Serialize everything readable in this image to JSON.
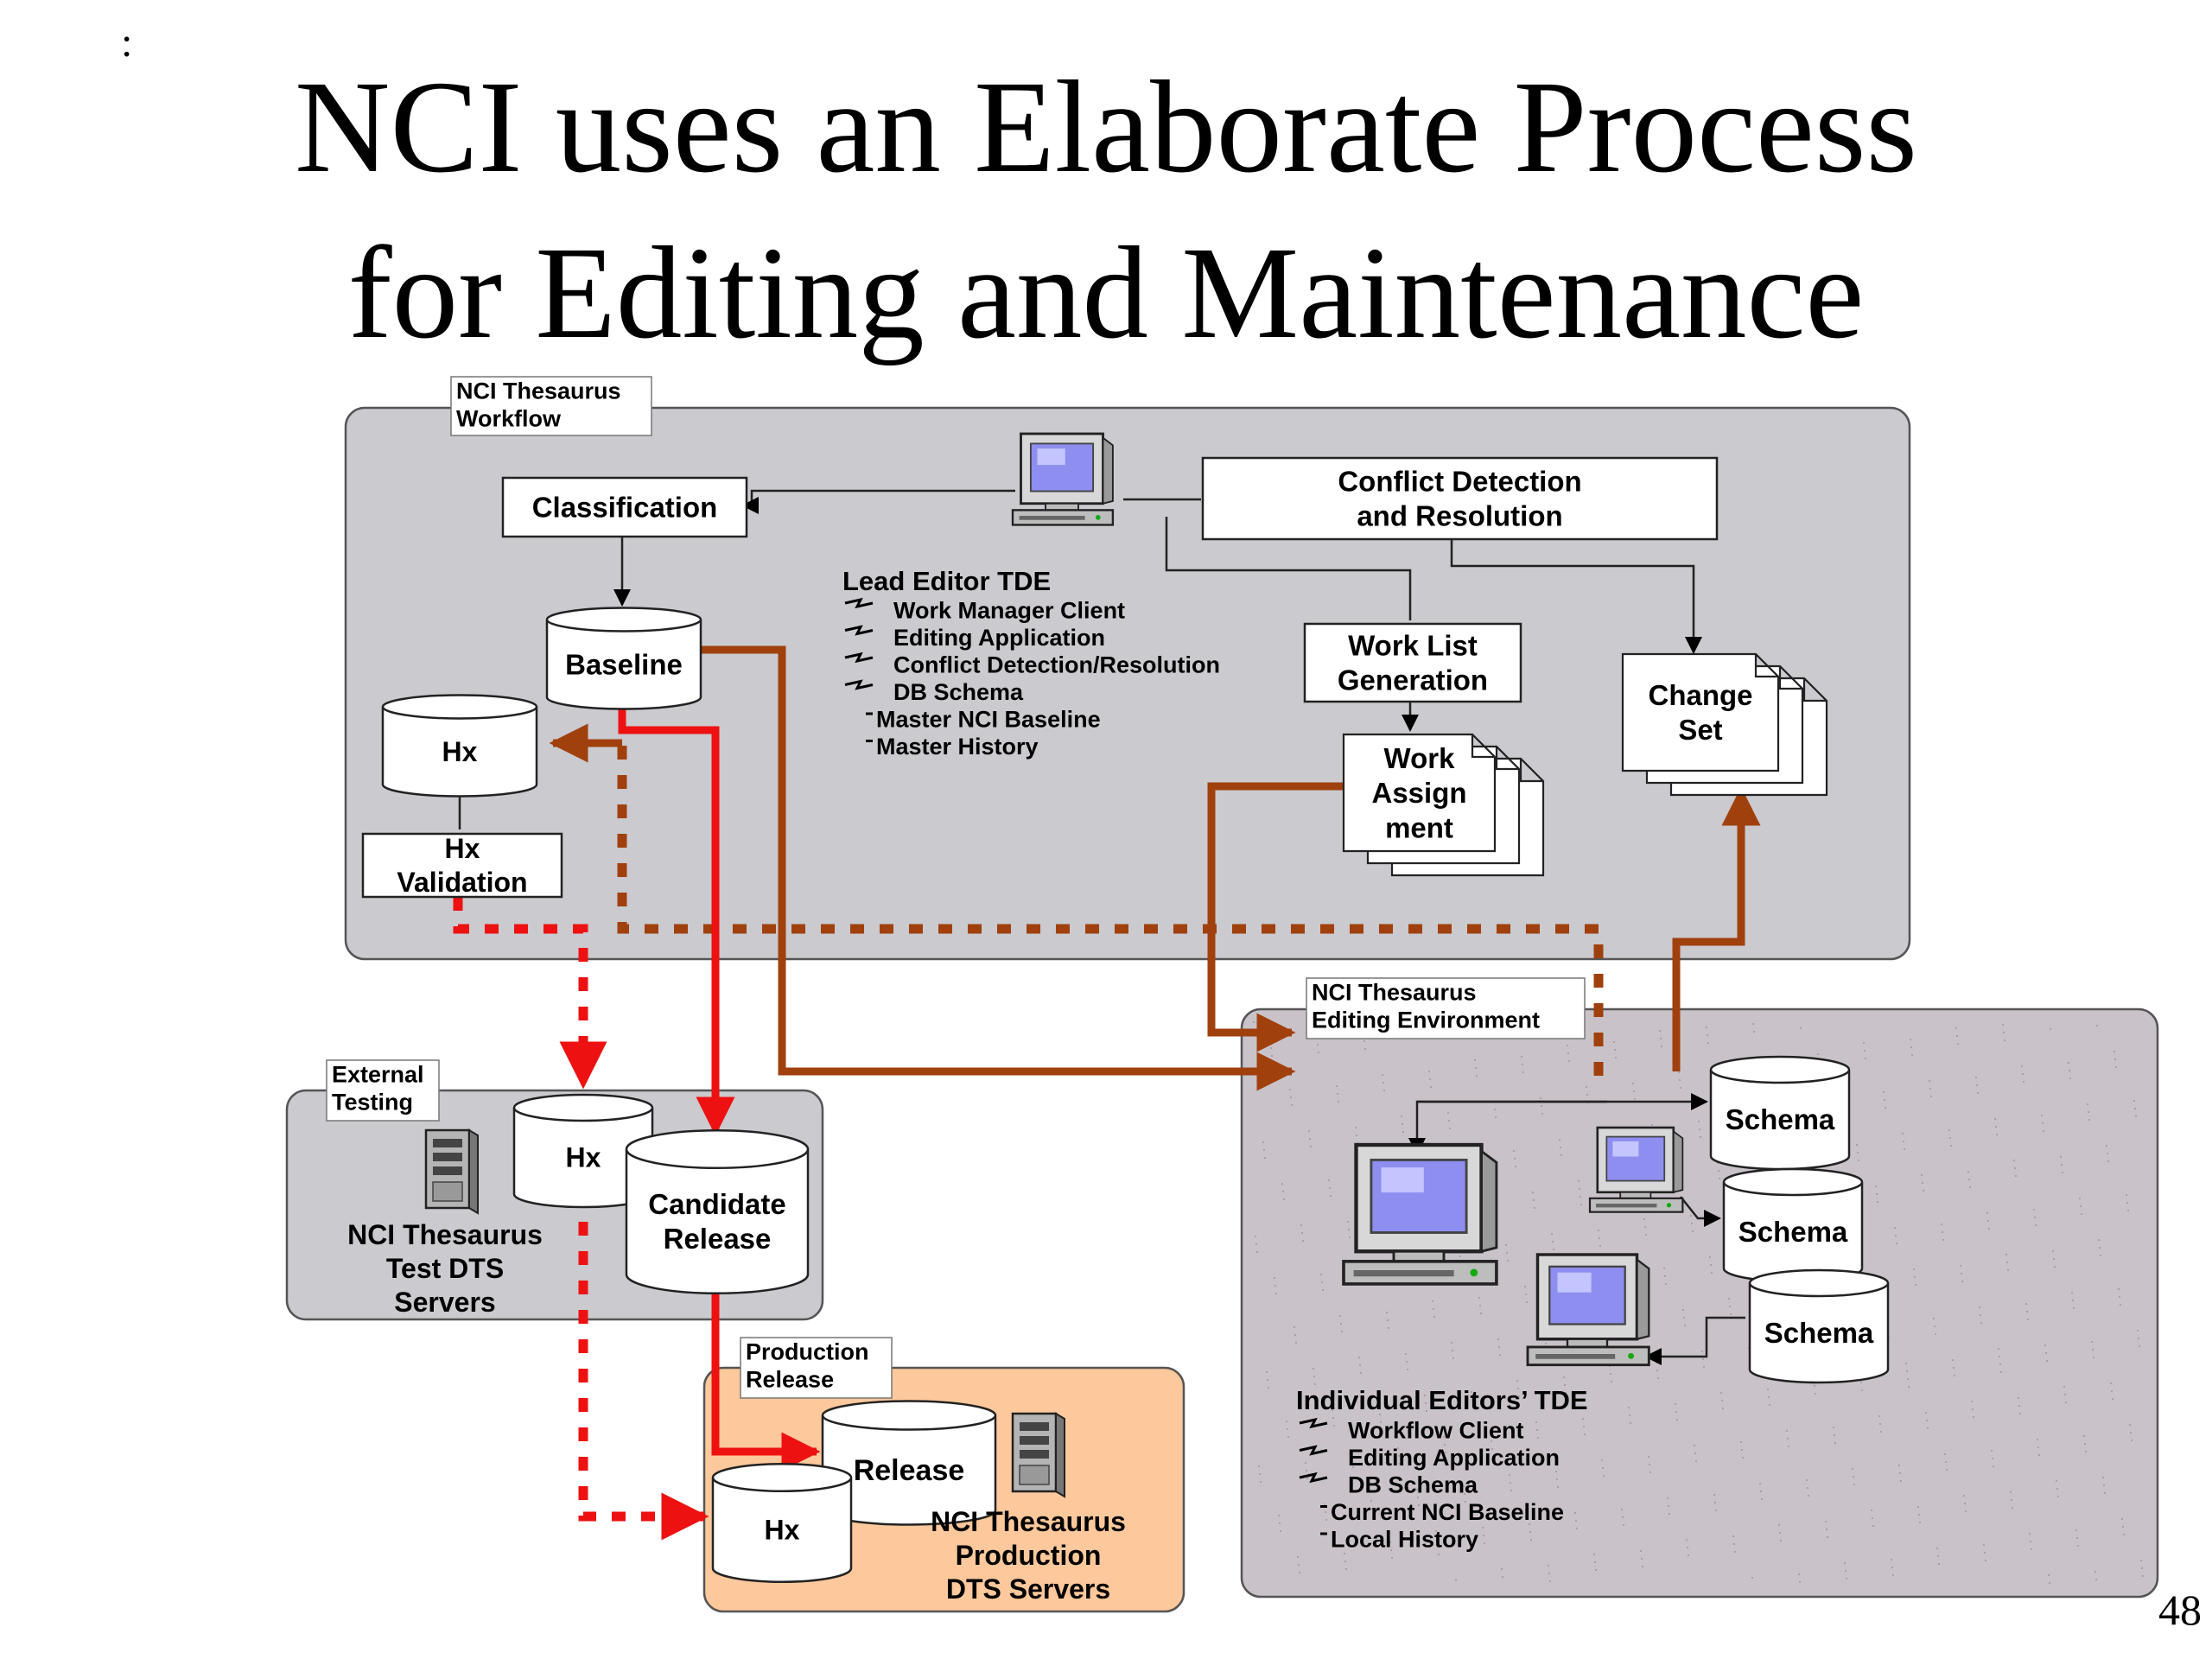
{
  "slide": {
    "corner_mark": ":",
    "title_line1": "NCI uses an Elaborate Process",
    "title_line2": "for Editing and Maintenance",
    "page_number": "48"
  },
  "colors": {
    "gray_panel": "#cacacf",
    "editing_panel": "#c9c3c9",
    "production_panel": "#fdc89b",
    "red": "#ee1111",
    "brown": "#a0400d"
  },
  "groups": {
    "workflow": "NCI Thesaurus\nWorkflow",
    "external": "External\nTesting",
    "production": "Production\nRelease",
    "editing": "NCI Thesaurus\nEditing Environment"
  },
  "boxes": {
    "classification": "Classification",
    "conflict": "Conflict Detection\nand Resolution",
    "worklist": "Work List\nGeneration",
    "hx_validation": "Hx\nValidation"
  },
  "databases": {
    "baseline": "Baseline",
    "hx_workflow": "Hx",
    "hx_external": "Hx",
    "candidate": "Candidate\nRelease",
    "release": "Release",
    "hx_production": "Hx",
    "schema_1": "Schema",
    "schema_2": "Schema",
    "schema_3": "Schema"
  },
  "documents": {
    "work_assignment": "Work\nAssign\nment",
    "change_set": "Change\nSet"
  },
  "servers": {
    "test": "NCI Thesaurus\nTest DTS\nServers",
    "production": "NCI Thesaurus\nProduction\nDTS Servers"
  },
  "lead_editor": {
    "heading": "Lead Editor TDE",
    "items": [
      "Work Manager Client",
      "Editing Application",
      "Conflict Detection/Resolution",
      "DB Schema"
    ],
    "subitems": [
      "Master NCI Baseline",
      "Master History"
    ]
  },
  "individual_editors": {
    "heading": "Individual Editors’ TDE",
    "items": [
      "Workflow Client",
      "Editing Application",
      "DB Schema"
    ],
    "subitems": [
      "Current NCI Baseline",
      "Local History"
    ]
  }
}
